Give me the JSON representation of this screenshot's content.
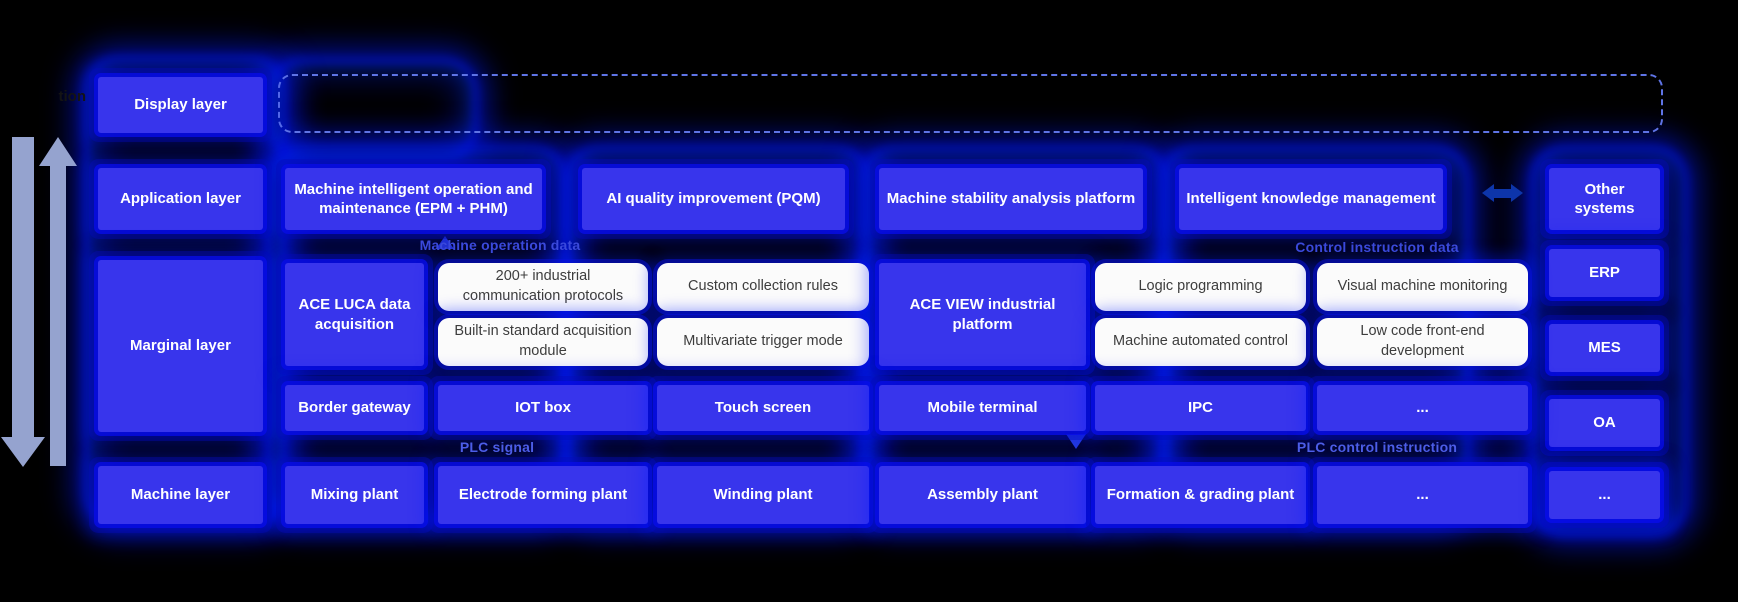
{
  "fragment_label": "tion",
  "layers": {
    "display": "Display layer",
    "application": "Application layer",
    "marginal": "Marginal layer",
    "machine": "Machine layer"
  },
  "app_row": [
    "Machine intelligent operation and maintenance (EPM + PHM)",
    "AI quality improvement (PQM)",
    "Machine stability analysis platform",
    "Intelligent knowledge management"
  ],
  "right_column": {
    "header": "Other systems",
    "items": [
      "ERP",
      "MES",
      "OA",
      "..."
    ]
  },
  "flow_labels": {
    "machine_operation_data": "Machine operation data",
    "control_instruction_data": "Control instruction data",
    "plc_signal": "PLC signal",
    "plc_control_instruction": "PLC control instruction"
  },
  "marginal": {
    "ace_luca": "ACE LUCA data acquisition",
    "luca_features": [
      "200+ industrial communication protocols",
      "Built-in standard acquisition module",
      "Custom collection rules",
      "Multivariate trigger mode"
    ],
    "ace_view": "ACE VIEW industrial platform",
    "view_features": [
      "Logic programming",
      "Machine automated control",
      "Visual machine monitoring",
      "Low code front-end development"
    ],
    "devices": [
      "Border gateway",
      "IOT box",
      "Touch screen",
      "Mobile terminal",
      "IPC",
      "..."
    ]
  },
  "machine_row": [
    "Mixing plant",
    "Electrode forming plant",
    "Winding plant",
    "Assembly plant",
    "Formation & grading plant",
    "...",
    "..."
  ],
  "colors": {
    "box_blue": "#3835ec",
    "glow_blue": "#0114e0",
    "white_box": "#fbfbfb",
    "arrow_gray_blue": "#95a3cf",
    "flow_label_blue": "#3a49dc",
    "dark_arrow_blue": "#0d35aa"
  }
}
